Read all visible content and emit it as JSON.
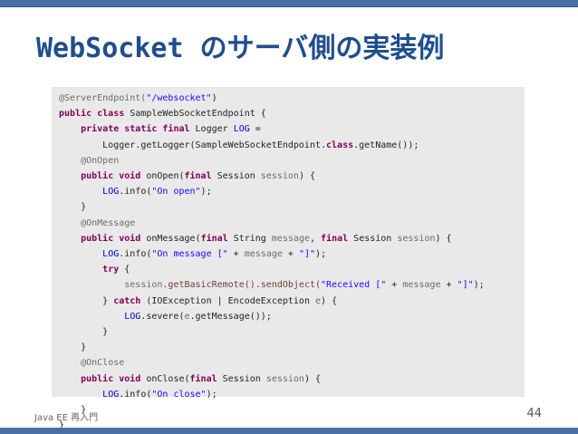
{
  "slide": {
    "title": "WebSocket のサーバ側の実装例",
    "footer": "Java EE 再入門",
    "page_number": "44"
  },
  "code": {
    "l01_a": "@ServerEndpoint(",
    "l01_b": "\"/websocket\"",
    "l01_c": ")",
    "l02_a": "public class",
    "l02_b": " SampleWebSocketEndpoint {",
    "l03_i": "    ",
    "l03_a": "private static final",
    "l03_b": " Logger ",
    "l03_c": "LOG",
    "l03_d": " =",
    "l04_i": "        ",
    "l04_a": "Logger.getLogger(SampleWebSocketEndpoint.",
    "l04_b": "class",
    "l04_c": ".getName());",
    "l05_i": "    ",
    "l05_a": "@OnOpen",
    "l06_i": "    ",
    "l06_a": "public void",
    "l06_b": " onOpen(",
    "l06_c": "final",
    "l06_d": " Session ",
    "l06_e": "session",
    "l06_f": ") {",
    "l07_i": "        ",
    "l07_a": "LOG",
    "l07_b": ".info(",
    "l07_c": "\"On open\"",
    "l07_d": ");",
    "l08": "    }",
    "l09_i": "    ",
    "l09_a": "@OnMessage",
    "l10_i": "    ",
    "l10_a": "public void",
    "l10_b": " onMessage(",
    "l10_c": "final",
    "l10_d": " String ",
    "l10_e": "message",
    "l10_f": ", ",
    "l10_g": "final",
    "l10_h": " Session ",
    "l10_j": "session",
    "l10_k": ") {",
    "l11_i": "        ",
    "l11_a": "LOG",
    "l11_b": ".info(",
    "l11_c": "\"On message [\"",
    "l11_d": " + ",
    "l11_e": "message",
    "l11_f": " + ",
    "l11_g": "\"]\"",
    "l11_h": ");",
    "l12_i": "        ",
    "l12_a": "try",
    "l12_b": " {",
    "l13_i": "            ",
    "l13_a": "session",
    "l13_b": ".getBasicRemote().sendObject(",
    "l13_c": "\"Received [\"",
    "l13_d": " + ",
    "l13_e": "message",
    "l13_f": " + ",
    "l13_g": "\"]\"",
    "l13_h": ");",
    "l14_i": "        } ",
    "l14_a": "catch",
    "l14_b": " (IOException | EncodeException ",
    "l14_c": "e",
    "l14_d": ") {",
    "l15_i": "            ",
    "l15_a": "LOG",
    "l15_b": ".severe(",
    "l15_c": "e",
    "l15_d": ".getMessage());",
    "l16": "        }",
    "l17": "    }",
    "l18_i": "    ",
    "l18_a": "@OnClose",
    "l19_i": "    ",
    "l19_a": "public void",
    "l19_b": " onClose(",
    "l19_c": "final",
    "l19_d": " Session ",
    "l19_e": "session",
    "l19_f": ") {",
    "l20_i": "        ",
    "l20_a": "LOG",
    "l20_b": ".info(",
    "l20_c": "\"On close\"",
    "l20_d": ");",
    "l21": "    }",
    "l22": "}"
  }
}
